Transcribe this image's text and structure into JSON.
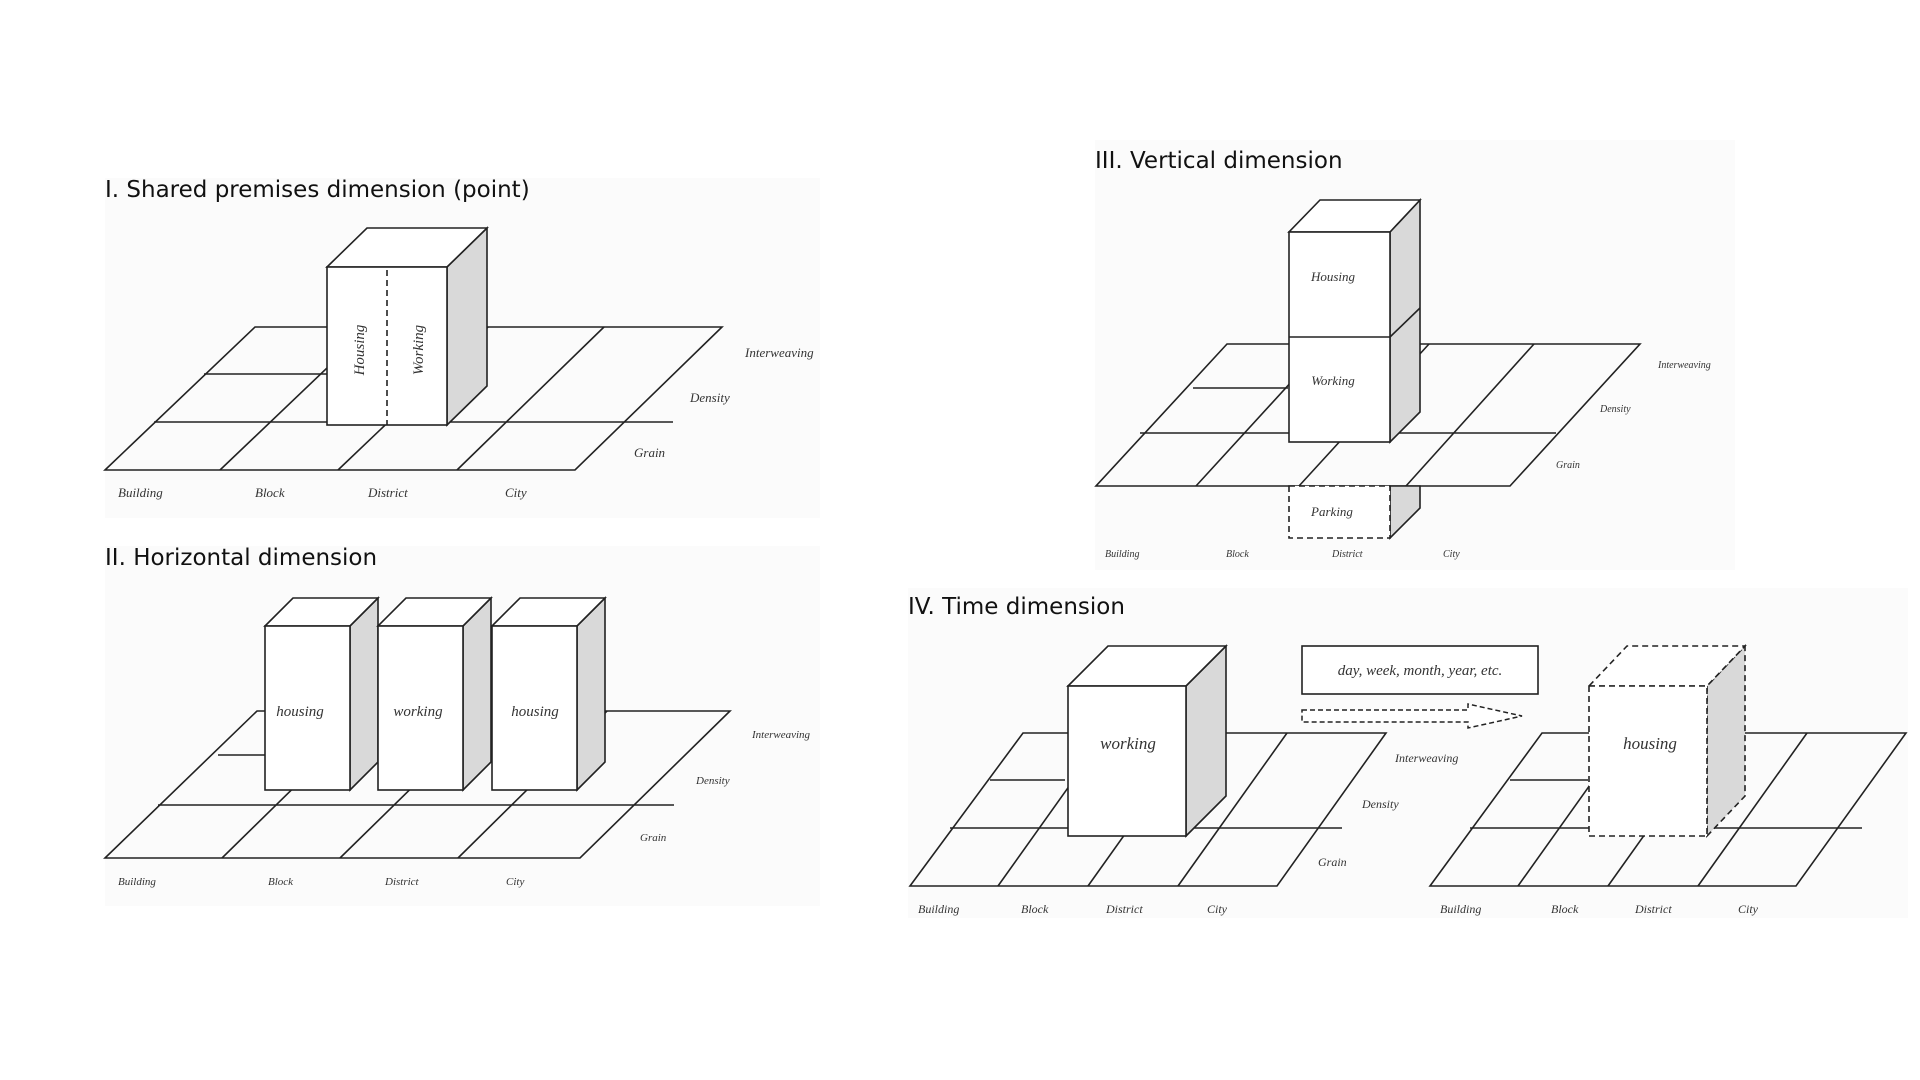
{
  "panels": {
    "p1": {
      "title": "I. Shared premises dimension (point)",
      "scale_labels": [
        "Building",
        "Block",
        "District",
        "City"
      ],
      "axis_labels": [
        "Interweaving",
        "Density",
        "Grain"
      ],
      "blocks": [
        "Housing",
        "Working"
      ]
    },
    "p2": {
      "title": "II. Horizontal dimension",
      "scale_labels": [
        "Building",
        "Block",
        "District",
        "City"
      ],
      "axis_labels": [
        "Interweaving",
        "Density",
        "Grain"
      ],
      "blocks": [
        "housing",
        "working",
        "housing"
      ]
    },
    "p3": {
      "title": "III. Vertical dimension",
      "scale_labels": [
        "Building",
        "Block",
        "District",
        "City"
      ],
      "axis_labels": [
        "Interweaving",
        "Density",
        "Grain"
      ],
      "blocks": [
        "Housing",
        "Working",
        "Parking"
      ]
    },
    "p4": {
      "title": "IV. Time dimension",
      "time_label": "day, week, month, year, etc.",
      "left": {
        "scale_labels": [
          "Building",
          "Block",
          "District",
          "City"
        ],
        "axis_labels": [
          "Interweaving",
          "Density",
          "Grain"
        ],
        "block": "working"
      },
      "right": {
        "scale_labels": [
          "Building",
          "Block",
          "District",
          "City"
        ],
        "block": "housing"
      }
    }
  }
}
